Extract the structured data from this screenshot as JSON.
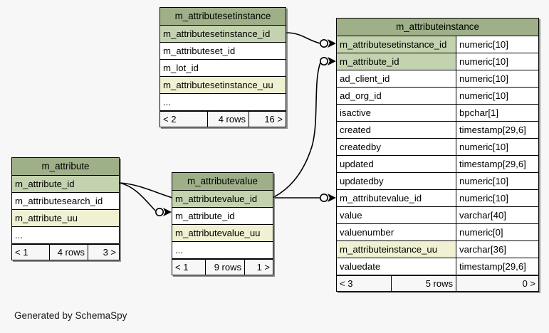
{
  "caption": "Generated by SchemaSpy",
  "palette": {
    "background": "#f7f7f7",
    "table_header": "#9fb089",
    "primary_key_row": "#c3d3af",
    "uuid_row": "#f0f0d2",
    "row_default": "#ffffff",
    "border": "#000000",
    "edge": "#000000"
  },
  "tables": [
    {
      "id": "m_attributesetinstance",
      "name": "m_attributesetinstance",
      "columns": [
        {
          "name": "m_attributesetinstance_id",
          "type": "",
          "style": "pk"
        },
        {
          "name": "m_attributeset_id",
          "type": "",
          "style": "plain"
        },
        {
          "name": "m_lot_id",
          "type": "",
          "style": "plain"
        },
        {
          "name": "m_attributesetinstance_uu",
          "type": "",
          "style": "uu"
        },
        {
          "name": "...",
          "type": "",
          "style": "dots"
        }
      ],
      "footer": {
        "left": "< 2",
        "middle": "4 rows",
        "right": "16 >"
      }
    },
    {
      "id": "m_attributeinstance",
      "name": "m_attributeinstance",
      "columns": [
        {
          "name": "m_attributesetinstance_id",
          "type": "numeric[10]",
          "style": "pk"
        },
        {
          "name": "m_attribute_id",
          "type": "numeric[10]",
          "style": "pk"
        },
        {
          "name": "ad_client_id",
          "type": "numeric[10]",
          "style": "plain"
        },
        {
          "name": "ad_org_id",
          "type": "numeric[10]",
          "style": "plain"
        },
        {
          "name": "isactive",
          "type": "bpchar[1]",
          "style": "plain"
        },
        {
          "name": "created",
          "type": "timestamp[29,6]",
          "style": "plain"
        },
        {
          "name": "createdby",
          "type": "numeric[10]",
          "style": "plain"
        },
        {
          "name": "updated",
          "type": "timestamp[29,6]",
          "style": "plain"
        },
        {
          "name": "updatedby",
          "type": "numeric[10]",
          "style": "plain"
        },
        {
          "name": "m_attributevalue_id",
          "type": "numeric[10]",
          "style": "plain"
        },
        {
          "name": "value",
          "type": "varchar[40]",
          "style": "plain"
        },
        {
          "name": "valuenumber",
          "type": "numeric[0]",
          "style": "plain"
        },
        {
          "name": "m_attributeinstance_uu",
          "type": "varchar[36]",
          "style": "uu"
        },
        {
          "name": "valuedate",
          "type": "timestamp[29,6]",
          "style": "plain"
        }
      ],
      "footer": {
        "left": "< 3",
        "middle": "5 rows",
        "right": "0 >"
      }
    },
    {
      "id": "m_attribute",
      "name": "m_attribute",
      "columns": [
        {
          "name": "m_attribute_id",
          "type": "",
          "style": "pk"
        },
        {
          "name": "m_attributesearch_id",
          "type": "",
          "style": "plain"
        },
        {
          "name": "m_attribute_uu",
          "type": "",
          "style": "uu"
        },
        {
          "name": "...",
          "type": "",
          "style": "dots"
        }
      ],
      "footer": {
        "left": "< 1",
        "middle": "4 rows",
        "right": "3 >"
      }
    },
    {
      "id": "m_attributevalue",
      "name": "m_attributevalue",
      "columns": [
        {
          "name": "m_attributevalue_id",
          "type": "",
          "style": "pk"
        },
        {
          "name": "m_attribute_id",
          "type": "",
          "style": "plain"
        },
        {
          "name": "m_attributevalue_uu",
          "type": "",
          "style": "uu"
        },
        {
          "name": "...",
          "type": "",
          "style": "dots"
        }
      ],
      "footer": {
        "left": "< 1",
        "middle": "9 rows",
        "right": "1 >"
      }
    }
  ],
  "relationships": [
    {
      "id": "rel-asi-ai",
      "from": "m_attributesetinstance.m_attributesetinstance_id",
      "to": "m_attributeinstance.m_attributesetinstance_id"
    },
    {
      "id": "rel-a-ai",
      "from": "m_attribute.m_attribute_id",
      "to": "m_attributeinstance.m_attribute_id"
    },
    {
      "id": "rel-a-av",
      "from": "m_attribute.m_attribute_id",
      "to": "m_attributevalue.m_attribute_id"
    },
    {
      "id": "rel-av-ai",
      "from": "m_attributevalue.m_attributevalue_id",
      "to": "m_attributeinstance.m_attributevalue_id"
    }
  ]
}
